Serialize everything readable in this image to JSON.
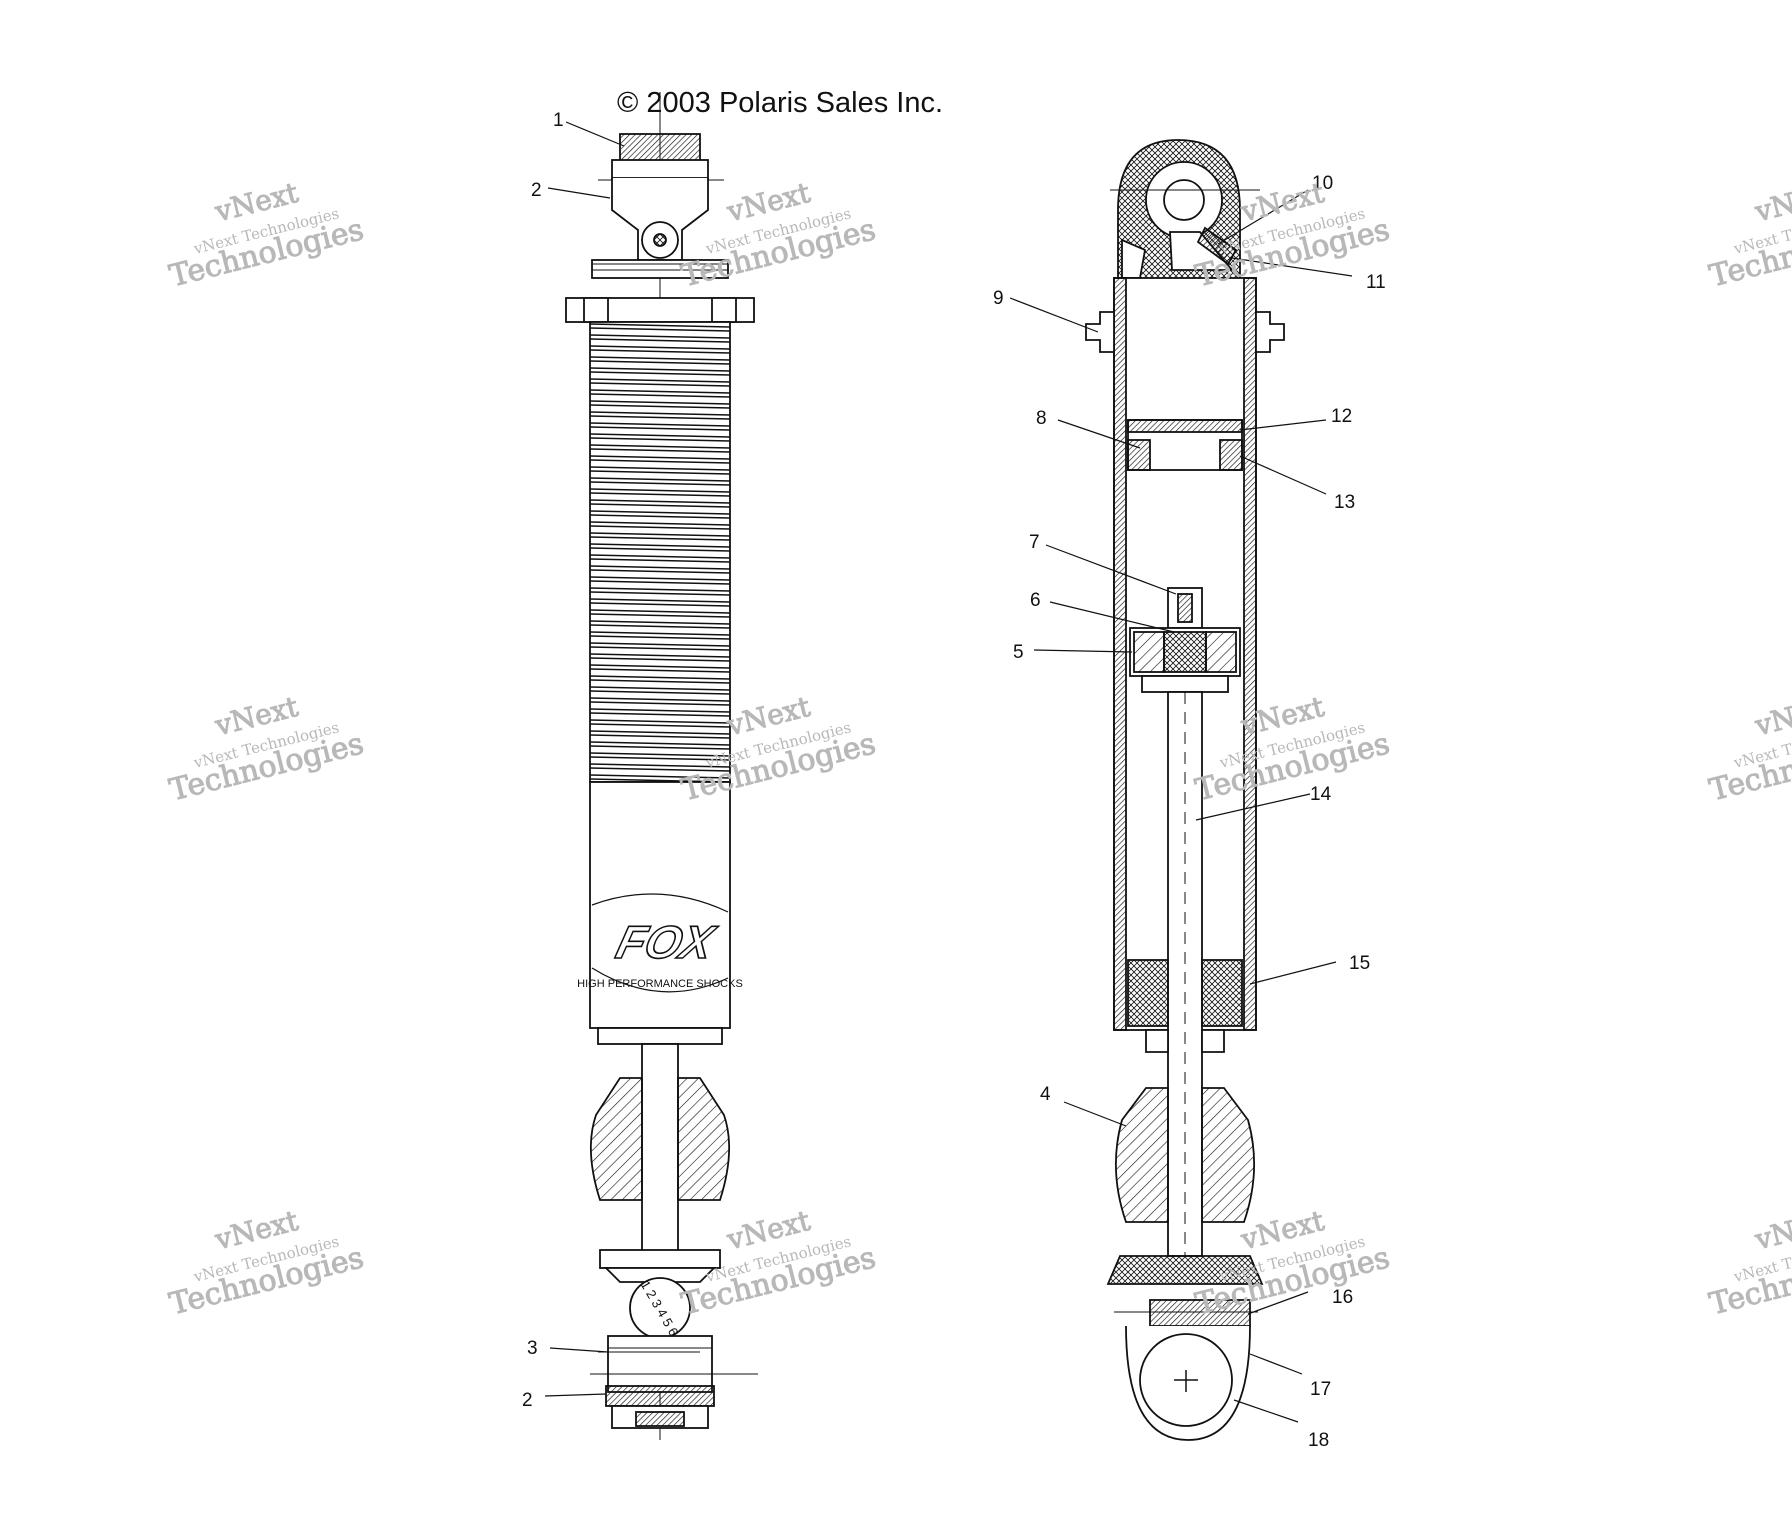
{
  "copyright": "© 2003 Polaris Sales Inc.",
  "watermark": {
    "line1": "vNext",
    "line2": "vNext Technologies",
    "line3": "Technologies"
  },
  "shock_branding": {
    "logo": "FOX",
    "tagline": "HIGH PERFORMANCE SHOCKS"
  },
  "adjuster_digits": "1 2 3 4 5 6",
  "callouts": {
    "c1": "1",
    "c2_top": "2",
    "c2_bottom": "2",
    "c3": "3",
    "c4": "4",
    "c5": "5",
    "c6": "6",
    "c7": "7",
    "c8": "8",
    "c9": "9",
    "c10": "10",
    "c11": "11",
    "c12": "12",
    "c13": "13",
    "c14": "14",
    "c15": "15",
    "c16": "16",
    "c17": "17",
    "c18": "18"
  },
  "colors": {
    "line": "#111111",
    "watermark": "#b8b8b8"
  }
}
